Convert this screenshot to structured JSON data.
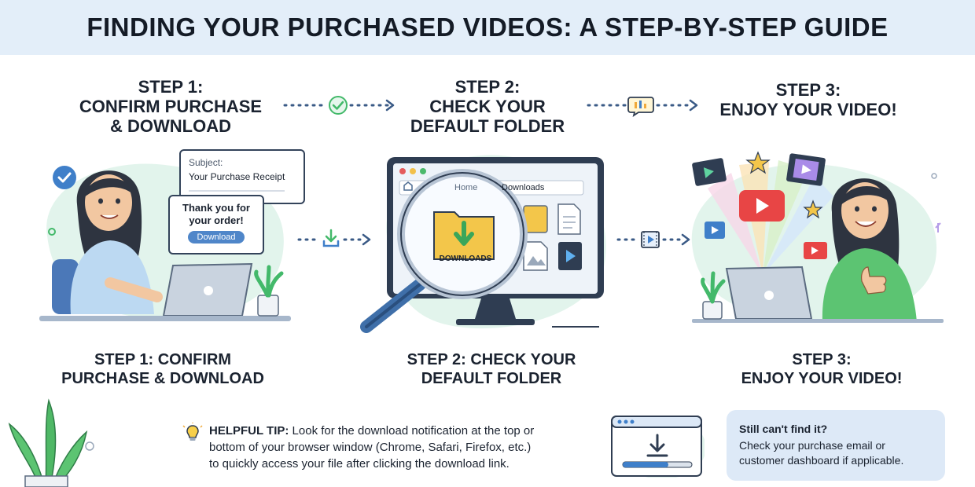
{
  "header": {
    "title": "FINDING YOUR PURCHASED VIDEOS: A STEP-BY-STEP GUIDE"
  },
  "steps": [
    {
      "title_lines": [
        "STEP 1:",
        "CONFIRM PURCHASE",
        "& DOWNLOAD"
      ],
      "bottom_lines": [
        "STEP 1: CONFIRM",
        "PURCHASE & DOWNLOAD"
      ],
      "email": {
        "subject_label": "Subject:",
        "subject": "Your Purchase Receipt"
      },
      "bubble": {
        "line1": "Thank you for",
        "line2": "your order!",
        "button": "Download"
      }
    },
    {
      "title_lines": [
        "STEP 2:",
        "CHECK YOUR",
        "DEFAULT FOLDER"
      ],
      "bottom_lines": [
        "STEP 2: CHECK YOUR",
        "DEFAULT FOLDER"
      ],
      "browser": {
        "breadcrumb_home": "Home",
        "breadcrumb_folder": "Downloads",
        "folder_label": "DOWNLOADS"
      }
    },
    {
      "title_lines": [
        "STEP 3:",
        "ENJOY YOUR VIDEO!"
      ],
      "bottom_lines": [
        "STEP 3:",
        "ENJOY YOUR VIDEO!"
      ]
    }
  ],
  "tip": {
    "label": "HELPFUL TIP:",
    "text_1": " Look for the download notification at the top or",
    "text_2": "bottom of your browser window (Chrome, Safari, Firefox, etc.)",
    "text_3": "to quickly access your file after clicking the download link."
  },
  "help": {
    "title": "Still can't find it?",
    "line1": "Check your purchase email or",
    "line2": "customer dashboard if applicable."
  },
  "colors": {
    "header_bg": "#e3eef9",
    "accent_blue": "#3f7fc9",
    "green_check": "#43b96a",
    "blob": "#e2f4ec",
    "folder_yellow": "#f3c64a"
  }
}
